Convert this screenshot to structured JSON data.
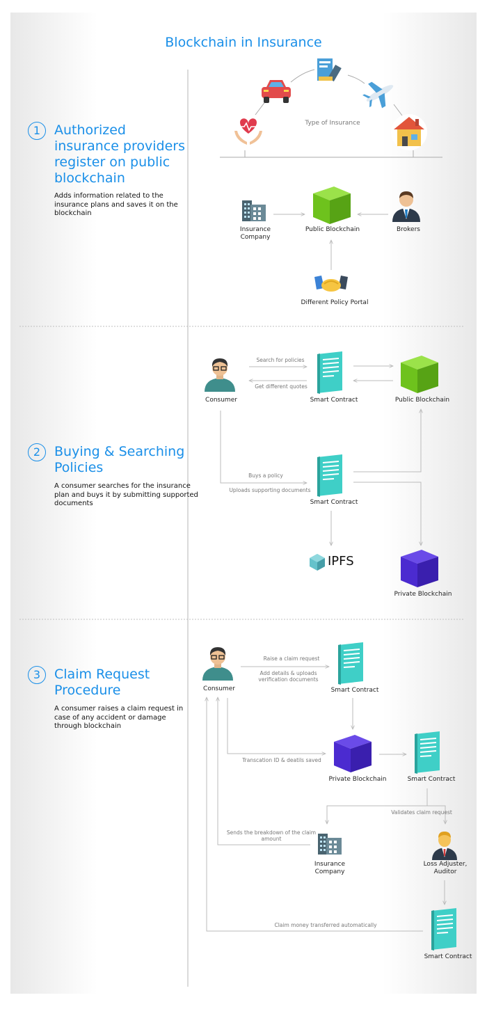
{
  "title": "Blockchain in Insurance",
  "steps": [
    {
      "number": "1",
      "heading": "Authorized insurance providers register on public blockchain",
      "description": "Adds information related to the insurance plans and saves it on the blockchain"
    },
    {
      "number": "2",
      "heading": "Buying & Searching Policies",
      "description": "A consumer searches for the insurance plan and buys it by submitting supported documents"
    },
    {
      "number": "3",
      "heading": "Claim Request Procedure",
      "description": "A consumer raises a claim request in case of any accident or damage through blockchain"
    }
  ],
  "section1": {
    "type_of_insurance": "Type of Insurance",
    "insurance_company": "Insurance Company",
    "public_blockchain": "Public Blockchain",
    "brokers": "Brokers",
    "policy_portal": "Different Policy Portal"
  },
  "section2": {
    "consumer": "Consumer",
    "smart_contract": "Smart Contract",
    "public_blockchain": "Public Blockchain",
    "search_policies": "Search for policies",
    "get_quotes": "Get different quotes",
    "buys_policy": "Buys a policy",
    "uploads_docs": "Uploads supporting documents",
    "ipfs": "IPFS",
    "private_blockchain": "Private Blockchain"
  },
  "section3": {
    "consumer": "Consumer",
    "raise_claim": "Raise a claim request",
    "add_details": "Add details & uploads verification documents",
    "smart_contract": "Smart Contract",
    "transaction_saved": "Transcation ID & deatils saved",
    "private_blockchain": "Private Blockchain",
    "validates_claim": "Validates claim request",
    "sends_breakdown": "Sends the breakdown of the claim amount",
    "insurance_company": "Insurance Company",
    "loss_adjuster": "Loss Adjuster, Auditor",
    "money_transferred": "Claim money transferred automatically"
  },
  "colors": {
    "accent": "#1a8fe8",
    "public_cube": "#6fc21e",
    "private_cube": "#4b2bd0",
    "contract": "#3fcfc7",
    "line": "#c8c8c8"
  },
  "icons": [
    "car-icon",
    "medical-pen-icon",
    "airplane-icon",
    "heart-hands-icon",
    "house-icon",
    "building-icon",
    "cube-icon",
    "businessman-icon",
    "handshake-icon",
    "consumer-avatar-icon",
    "smart-contract-icon",
    "ipfs-icon",
    "arrow-icon"
  ]
}
